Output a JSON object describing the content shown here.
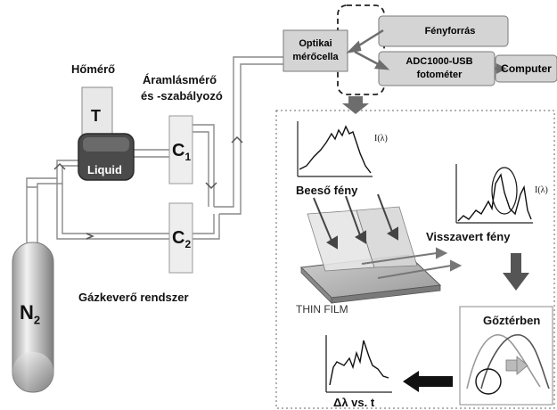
{
  "labels": {
    "homero": "Hőmérő",
    "thermometer_symbol": "T",
    "liquid": "Liquid",
    "flow_title_line1": "Áramlásmérő",
    "flow_title_line2": "és -szabályozó",
    "c1_main": "C",
    "c1_sub": "1",
    "c2_main": "C",
    "c2_sub": "2",
    "n2_main": "N",
    "n2_sub": "2",
    "gas_mixer": "Gázkeverő rendszer",
    "optical_cell_line1": "Optikai",
    "optical_cell_line2": "mérőcella",
    "light_source": "Fényforrás",
    "photometer_line1": "ADC1000-USB",
    "photometer_line2": "fotométer",
    "computer": "Computer",
    "incident_light": "Beeső fény",
    "reflected_light": "Visszavert fény",
    "thin_film": "THIN FILM",
    "vapor": "Gőztérben",
    "delta_lambda": "Δλ vs. t",
    "intensity_1": "I(λ)",
    "intensity_2": "I(λ)"
  },
  "colors": {
    "box_fill": "#d4d4d4",
    "box_border": "#7a7a7a",
    "liquid_fill": "#4a4a4a",
    "arrow_gray": "#6d6d6d",
    "black_arrow": "#111111"
  }
}
